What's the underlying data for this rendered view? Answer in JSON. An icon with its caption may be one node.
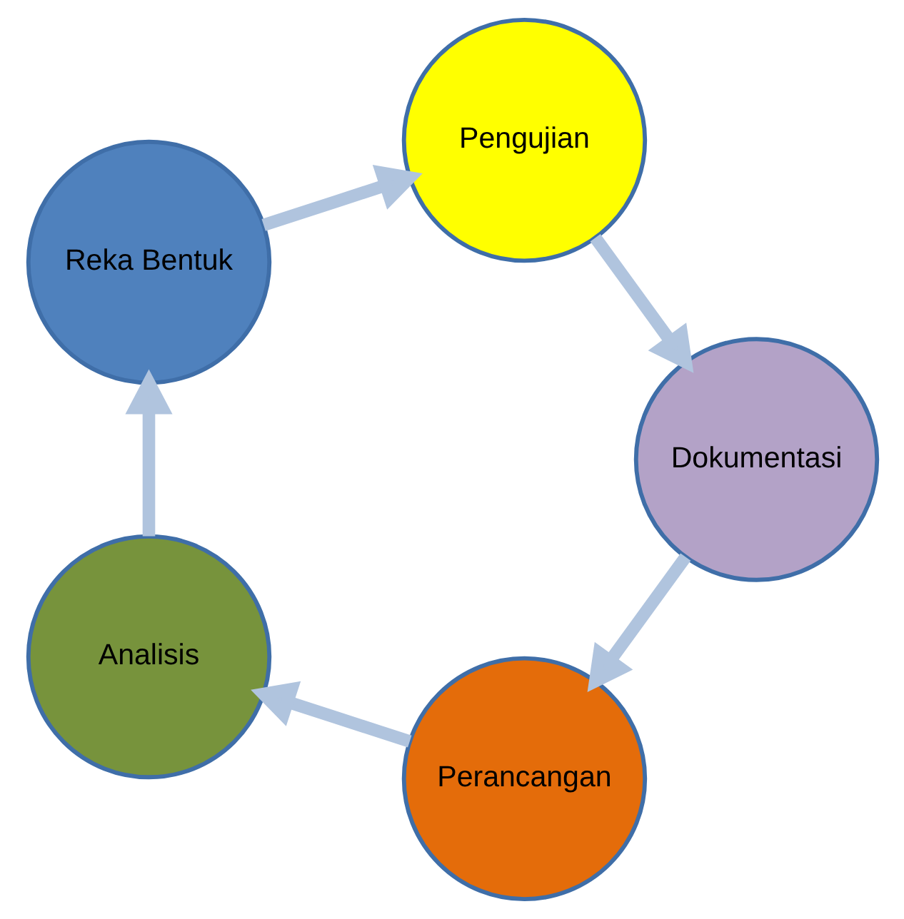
{
  "diagram": {
    "nodes": [
      {
        "text": [
          "Perancangan"
        ]
      },
      {
        "text": [
          "Analisis"
        ]
      },
      {
        "text": [
          "Dokumentasi"
        ]
      },
      {
        "text": [
          "Reka Bentuk"
        ]
      },
      {
        "text": [
          "Pengujian"
        ]
      }
    ],
    "edges": [
      {
        "from": 1,
        "to": 3,
        "arrow": "to"
      },
      {
        "from": 3,
        "to": 4,
        "arrow": "to"
      },
      {
        "from": 4,
        "to": 2,
        "arrow": "to"
      },
      {
        "from": 2,
        "to": 0,
        "arrow": "to"
      },
      {
        "from": 0,
        "to": 1,
        "arrow": "to"
      }
    ]
  }
}
